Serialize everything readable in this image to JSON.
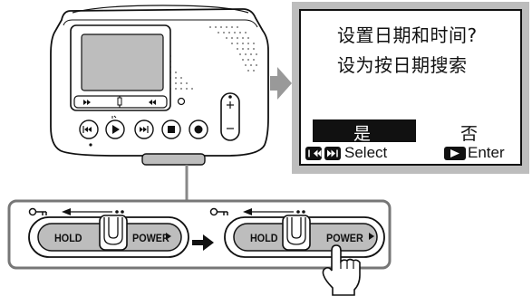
{
  "screen": {
    "line1": "设置日期和时间?",
    "line2": "设为按日期搜索",
    "yes_option": "是",
    "no_option": "否",
    "hint_select": "Select",
    "hint_enter": "Enter",
    "icons": [
      "prev-track-icon",
      "next-track-icon",
      "play-icon"
    ]
  },
  "switch_before": {
    "hold_label": "HOLD",
    "power_label": "POWER"
  },
  "switch_after": {
    "hold_label": "HOLD",
    "power_label": "POWER"
  },
  "arrows": [
    "right-arrow-icon",
    "right-arrow-icon"
  ]
}
